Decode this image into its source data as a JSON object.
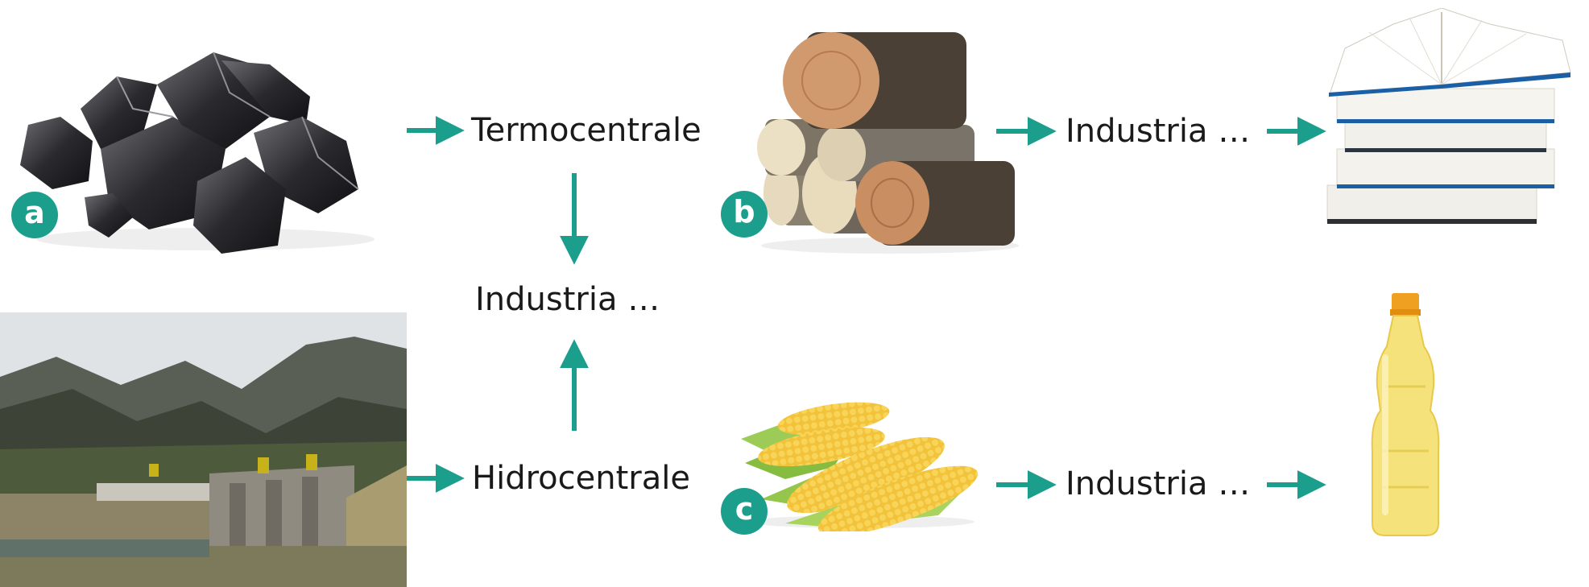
{
  "colors": {
    "accent": "#1b9e8c",
    "text": "#1a1a1a"
  },
  "labels": {
    "termocentrale": "Termocentrale",
    "hidrocentrale": "Hidrocentrale",
    "industria_center": "Industria …",
    "industria_wood": "Industria …",
    "industria_corn": "Industria …"
  },
  "badges": {
    "a": "a",
    "b": "b",
    "c": "c"
  },
  "pictures": {
    "coal": "coal-lumps",
    "dam": "hydro-power-dam",
    "wood": "firewood-logs",
    "books": "stack-of-books",
    "corn": "corn-cobs",
    "oil": "oil-bottle"
  }
}
